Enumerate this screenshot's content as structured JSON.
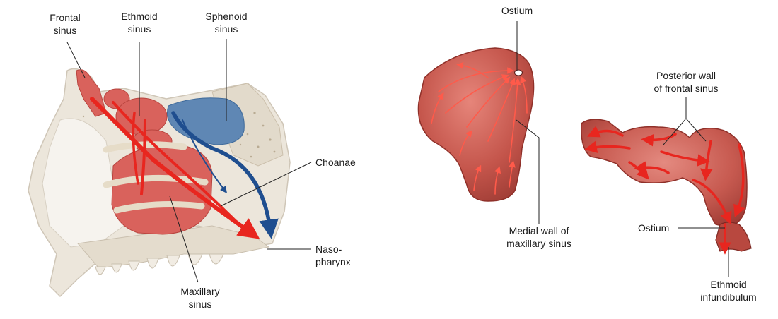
{
  "left_panel": {
    "labels": {
      "frontal_sinus": [
        "Frontal",
        "sinus"
      ],
      "ethmoid_sinus": [
        "Ethmoid",
        "sinus"
      ],
      "sphenoid_sinus": [
        "Sphenoid",
        "sinus"
      ],
      "choanae": [
        "Choanae"
      ],
      "nasopharynx": [
        "Naso-",
        "pharynx"
      ],
      "maxillary_sinus": [
        "Maxillary",
        "sinus"
      ]
    }
  },
  "middle_panel": {
    "labels": {
      "ostium": [
        "Ostium"
      ],
      "medial_wall": [
        "Medial wall of",
        "maxillary sinus"
      ]
    }
  },
  "right_panel": {
    "labels": {
      "posterior_wall": [
        "Posterior wall",
        "of frontal sinus"
      ],
      "ostium": [
        "Ostium"
      ],
      "ethmoid_infundibulum": [
        "Ethmoid",
        "infundibulum"
      ]
    }
  },
  "colors": {
    "bone": "#e9e2d6",
    "sinus_red": "#d95a55",
    "sinus_blue": "#5d86b3",
    "flow_red": "#e8261f",
    "flow_blue": "#1f4e8f",
    "mucosa": "#b64a42"
  }
}
